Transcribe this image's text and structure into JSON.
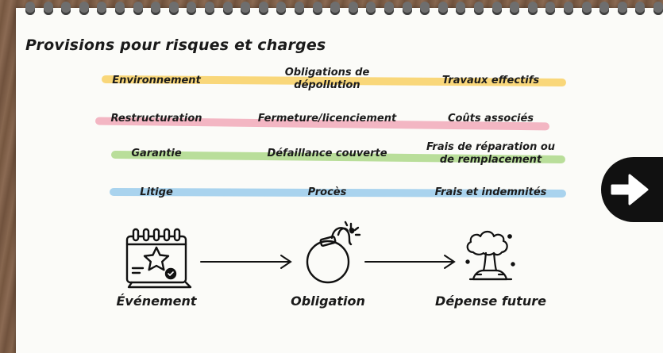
{
  "title": "Provisions pour risques et charges",
  "rows": [
    {
      "color": "#f9d77a",
      "cells": [
        "Environnement",
        "Obligations de dépollution",
        "Travaux effectifs"
      ]
    },
    {
      "color": "#f3b6c3",
      "cells": [
        "Restructuration",
        "Fermeture/licenciement",
        "Coûts associés"
      ]
    },
    {
      "color": "#b9de9a",
      "cells": [
        "Garantie",
        "Défaillance couverte",
        "Frais de réparation ou de remplacement"
      ]
    },
    {
      "color": "#a9d3ee",
      "cells": [
        "Litige",
        "Procès",
        "Frais et indemnités"
      ]
    }
  ],
  "flow": [
    {
      "label": "Événement",
      "icon": "calendar-star-icon"
    },
    {
      "label": "Obligation",
      "icon": "bomb-icon"
    },
    {
      "label": "Dépense future",
      "icon": "explosion-icon"
    }
  ],
  "nav": {
    "icon": "arrow-right-icon"
  }
}
